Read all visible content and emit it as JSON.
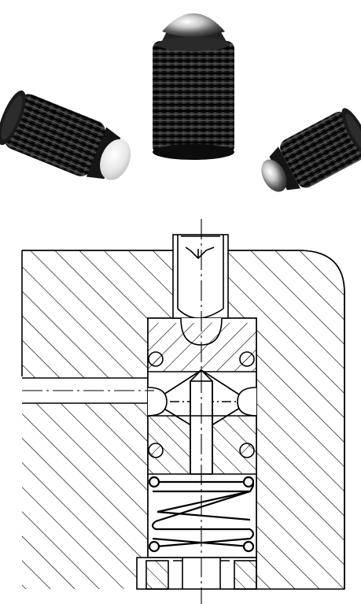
{
  "images": [
    {
      "subject": "ball-spring-plunger-small-left"
    },
    {
      "subject": "ball-spring-plunger-large-center"
    },
    {
      "subject": "ball-spring-plunger-small-right"
    }
  ],
  "drawing": {
    "type": "technical-cross-section",
    "hatching": true,
    "center_lines": true,
    "colors": {
      "line": "#000000",
      "background": "#ffffff",
      "body_dark": "#1c1c1c",
      "ball_light": "#e9e9e9"
    }
  }
}
